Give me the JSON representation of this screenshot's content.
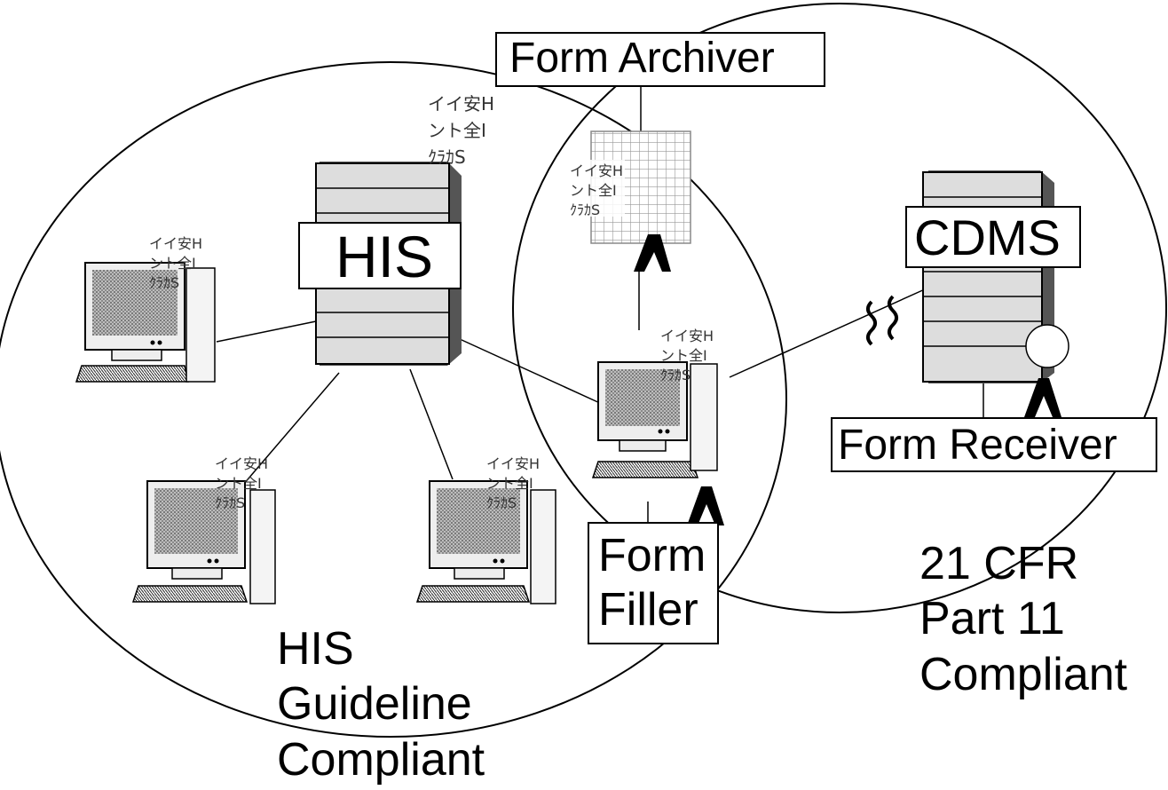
{
  "diagram": {
    "labels": {
      "form_archiver": "Form Archiver",
      "his": "HIS",
      "cdms": "CDMS",
      "form_receiver": "Form Receiver",
      "form_filler_line1": "Form",
      "form_filler_line2": "Filler"
    },
    "regions": {
      "his_guideline": [
        "HIS",
        "Guideline",
        "Compliant"
      ],
      "cfr_part11": [
        "21 CFR",
        "Part 11",
        "Compliant"
      ]
    },
    "document_glyphs": [
      "イイ安H",
      "ント全I",
      "ｸﾗｶS"
    ],
    "break_symbol": "≈"
  }
}
